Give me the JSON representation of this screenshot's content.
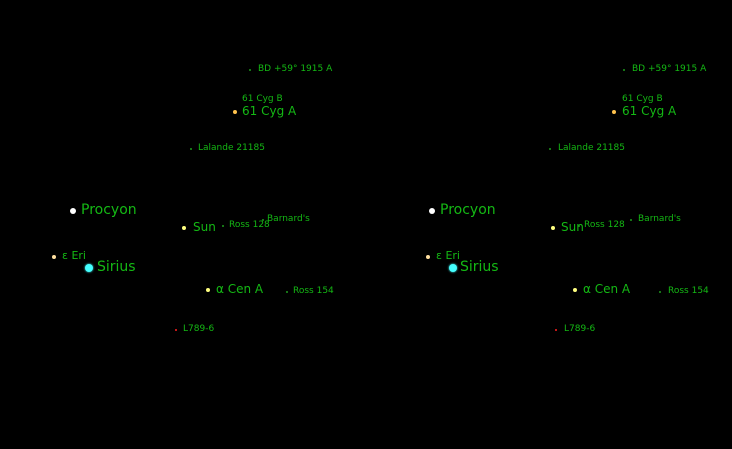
{
  "label_color": "#14b814",
  "stars": [
    {
      "id": "bd59",
      "name": "BD +59° 1915 A",
      "color": "#1e9a1e",
      "size": "tiny"
    },
    {
      "id": "61cygb",
      "name": "61 Cyg B",
      "color": "#1e9a1e",
      "size": "none"
    },
    {
      "id": "61cyga",
      "name": "61 Cyg A",
      "color": "#ffc34d",
      "size": "small"
    },
    {
      "id": "lalande",
      "name": "Lalande 21185",
      "color": "#1e9a1e",
      "size": "tiny"
    },
    {
      "id": "procyon",
      "name": "Procyon",
      "color": "#ffffff",
      "size": "medium"
    },
    {
      "id": "sun",
      "name": "Sun",
      "color": "#ffff80",
      "size": "small"
    },
    {
      "id": "ross128",
      "name": "Ross 128",
      "color": "#1e9a1e",
      "size": "tiny"
    },
    {
      "id": "barnard",
      "name": "Barnard's",
      "color": "#1e9a1e",
      "size": "tiny"
    },
    {
      "id": "eps-eri",
      "name": "ε Eri",
      "color": "#ffe0a0",
      "size": "small"
    },
    {
      "id": "sirius",
      "name": "Sirius",
      "color": "#44ffff",
      "size": "large"
    },
    {
      "id": "alpha-cen",
      "name": "α Cen A",
      "color": "#ffff80",
      "size": "small"
    },
    {
      "id": "ross154",
      "name": "Ross 154",
      "color": "#1e9a1e",
      "size": "tiny"
    },
    {
      "id": "l789",
      "name": "L789-6",
      "color": "#ff2020",
      "size": "tiny"
    }
  ]
}
